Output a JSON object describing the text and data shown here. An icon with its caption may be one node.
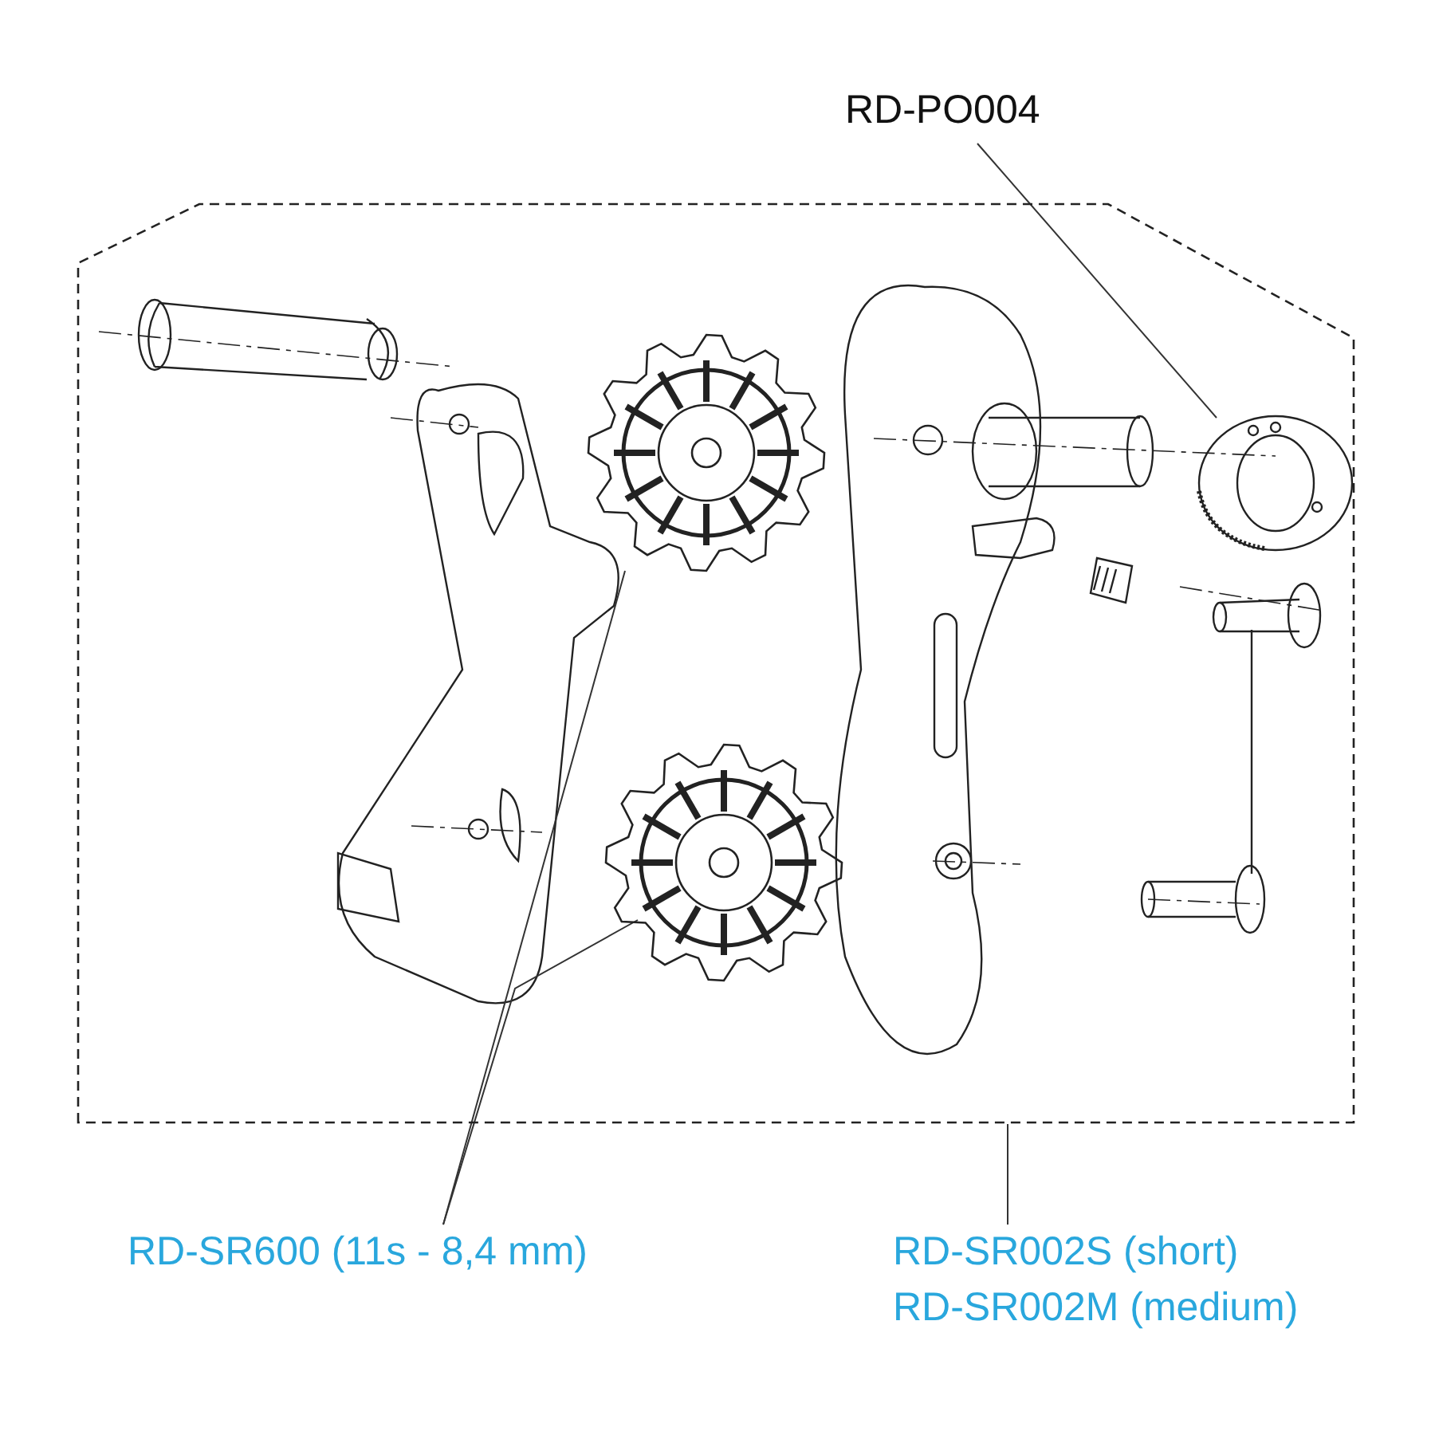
{
  "diagram": {
    "nodes": [
      {
        "text": [
          "RD-PO004"
        ]
      },
      {
        "text": [],
        "shape": "box"
      },
      {
        "text": [],
        "shape": "picture",
        "in": 1
      },
      {
        "text": [],
        "shape": "picture",
        "in": 1
      },
      {
        "text": [],
        "shape": "picture",
        "in": 1
      },
      {
        "text": [
          "RD-SR600 (11s - 8,4 mm)"
        ]
      },
      {
        "text": [
          "RD-SR002S (short)",
          "RD-SR002M (medium)"
        ]
      }
    ],
    "edges": [
      {
        "from": 0,
        "to": 2,
        "arrow": "none"
      },
      {
        "from": 5,
        "to": 3,
        "arrow": "none"
      },
      {
        "from": 5,
        "to": 4,
        "arrow": "none"
      },
      {
        "from": 6,
        "to": 1,
        "arrow": "none"
      }
    ]
  }
}
